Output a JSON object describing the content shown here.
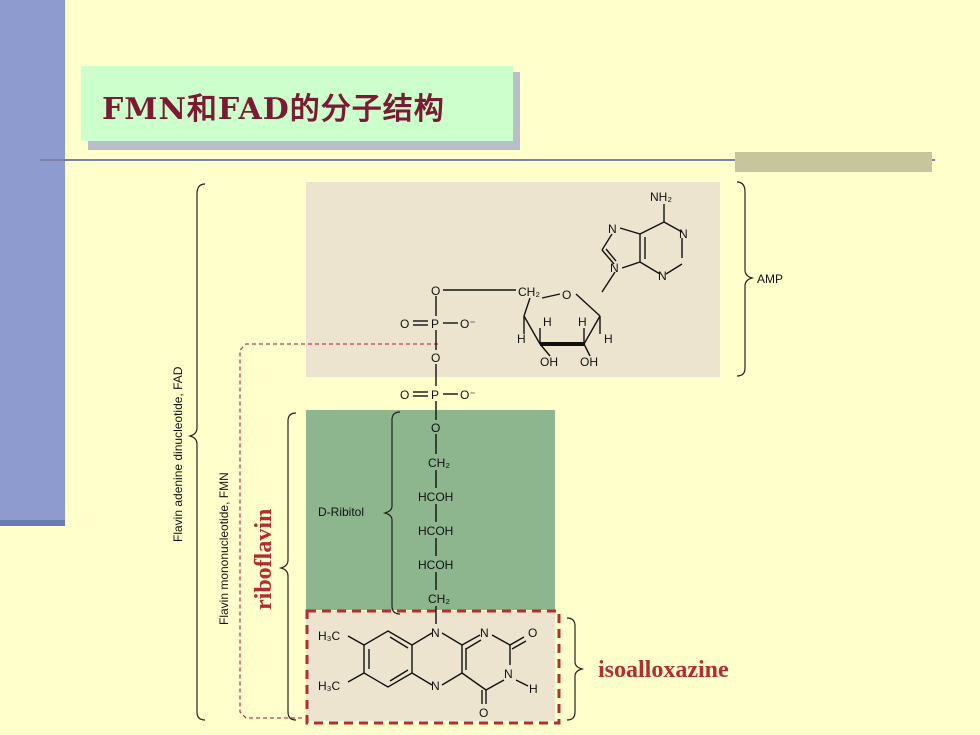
{
  "slide": {
    "title": "FMN和FAD的分子结构",
    "colors": {
      "background": "#FFFFCC",
      "left_bar": "#8E9BCF",
      "title_box": "#CCFFCC",
      "title_text": "#7A1A33",
      "accent_red": "#B22E32",
      "amp_panel": "#ECE4CF",
      "ribitol_panel": "#8DB58E"
    }
  },
  "figure": {
    "labels": {
      "fad": "Flavin adenine dinucleotide, FAD",
      "fmn": "Flavin mononucleotide, FMN",
      "riboflavin": "riboflavin",
      "amp": "AMP",
      "ribitol": "D-Ribitol",
      "isoalloxazine": "isoalloxazine"
    },
    "atoms": {
      "nh2": "NH₂",
      "n": "N",
      "o": "O",
      "h": "H",
      "oh": "OH",
      "ch2": "CH₂",
      "p": "P",
      "o_minus": "O⁻",
      "hcoh": "HCOH",
      "h3c": "H₃C"
    }
  }
}
